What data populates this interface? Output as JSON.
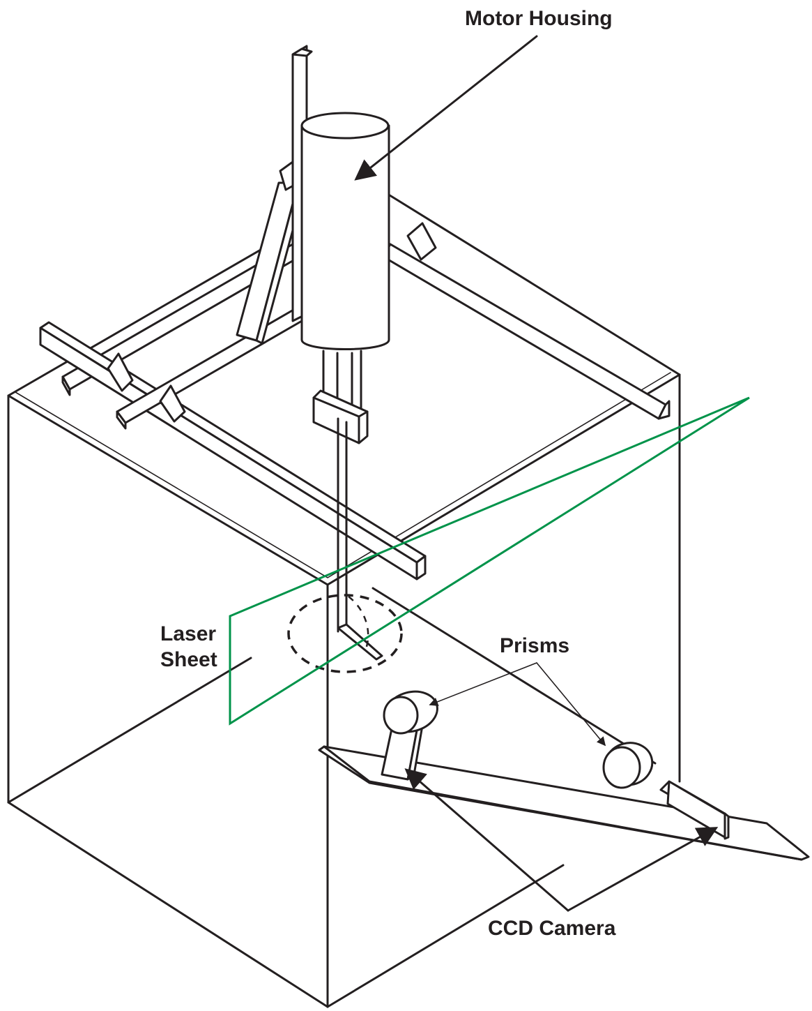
{
  "labels": {
    "motor_housing": "Motor Housing",
    "laser_line1": "Laser",
    "laser_line2": "Sheet",
    "prisms": "Prisms",
    "ccd_camera": "CCD Camera"
  },
  "colors": {
    "ink": "#231f20",
    "laser": "#00934a",
    "background": "#ffffff"
  }
}
